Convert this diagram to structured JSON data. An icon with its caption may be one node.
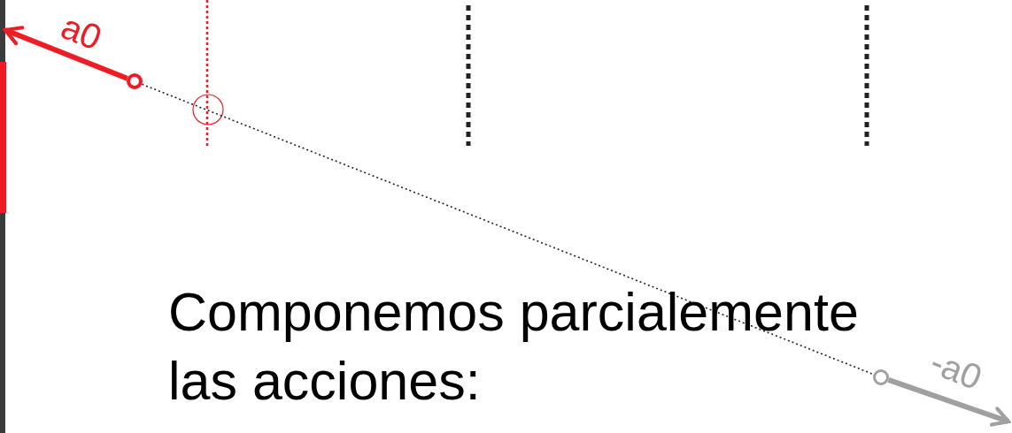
{
  "diagram": {
    "nodes": [
      {
        "text": [],
        "shape": "circle"
      },
      {
        "text": [],
        "shape": "circle"
      }
    ],
    "edges": [
      {
        "from": 0,
        "to": 1,
        "arrow": "none",
        "style": "dashed"
      },
      {
        "from": 0,
        "to": null,
        "arrow": "to",
        "label": "a0",
        "color": "#ee1c25"
      },
      {
        "from": 1,
        "to": null,
        "arrow": "to",
        "label": "-a0",
        "color": "#a0a0a0"
      }
    ],
    "labels": [
      "Componemos parcialemente las acciones:"
    ]
  }
}
